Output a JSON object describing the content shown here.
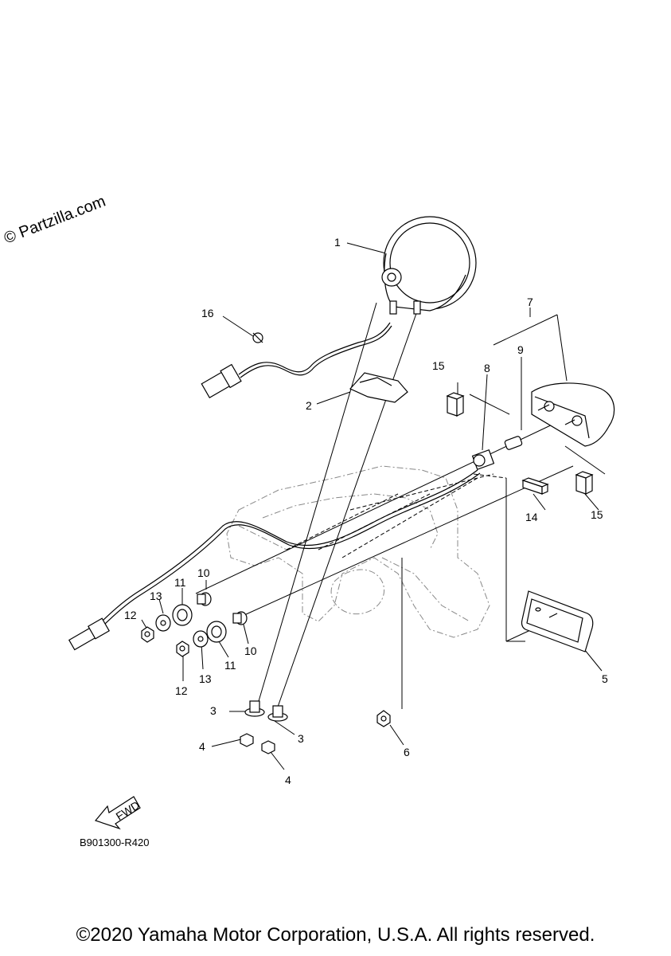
{
  "watermark": "© Partzilla.com",
  "diagram_code": "B901300-R420",
  "copyright": "©2020 Yamaha Motor Corporation, U.S.A. All rights reserved.",
  "fwd_label": "FWD",
  "callouts": {
    "c1": "1",
    "c2": "2",
    "c3a": "3",
    "c3b": "3",
    "c4a": "4",
    "c4b": "4",
    "c5": "5",
    "c6": "6",
    "c7": "7",
    "c8": "8",
    "c9": "9",
    "c10a": "10",
    "c10b": "10",
    "c11a": "11",
    "c11b": "11",
    "c12a": "12",
    "c12b": "12",
    "c13a": "13",
    "c13b": "13",
    "c14": "14",
    "c15a": "15",
    "c15b": "15",
    "c16": "16"
  }
}
